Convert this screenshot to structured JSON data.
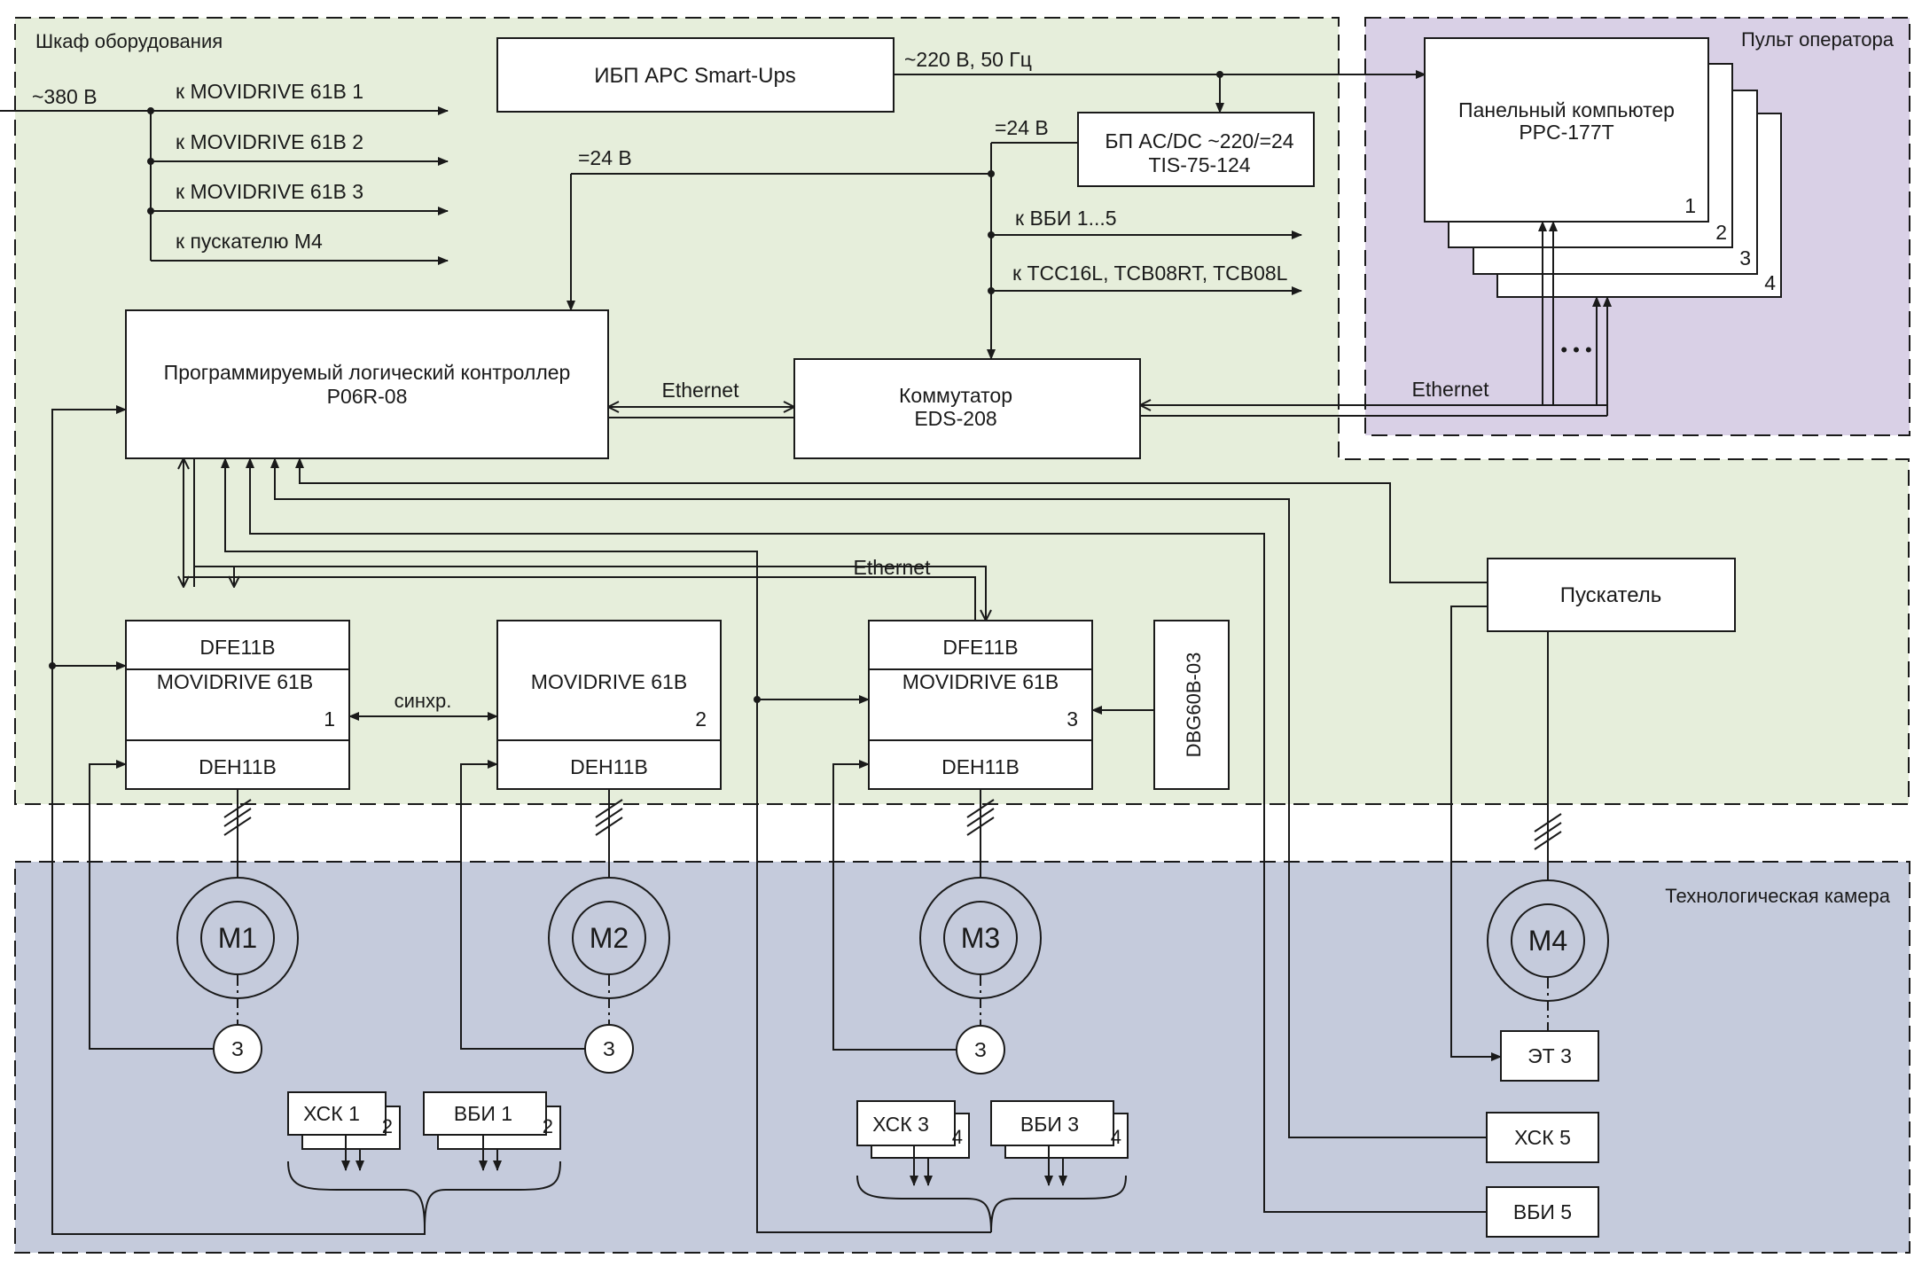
{
  "zones": {
    "cabinet": "Шкаф оборудования",
    "operator": "Пульт оператора",
    "chamber": "Технологическая камера"
  },
  "colors": {
    "cabinet_bg": "#e6eedb",
    "operator_bg": "#d9d0e6",
    "chamber_bg": "#c5cbdc",
    "line": "#1a1a1a"
  },
  "power": {
    "input": "~380 В",
    "feeds": [
      "к MOVIDRIVE 61B 1",
      "к MOVIDRIVE 61B 2",
      "к MOVIDRIVE 61B 3",
      "к пускателю М4"
    ],
    "ups": "ИБП APC Smart-Ups",
    "ups_out": "~220 В, 50 Гц",
    "psu_line1": "БП AC/DC ~220/=24",
    "psu_line2": "TIS-75-124",
    "dc24_a": "=24 В",
    "dc24_b": "=24 В",
    "to_vbi": "к ВБИ 1...5",
    "to_tcc": "к TCC16L, TCB08RT, TCB08L"
  },
  "panel_pc": {
    "line1": "Панельный компьютер",
    "line2": "PPC-177T",
    "stack": [
      "1",
      "2",
      "3",
      "4"
    ],
    "more": "• • •"
  },
  "plc": {
    "line1": "Программируемый логический контроллер",
    "line2": "P06R-08"
  },
  "switch": {
    "line1": "Коммутатор",
    "line2": "EDS-208"
  },
  "links": {
    "ethernet_plc": "Ethernet",
    "ethernet_panel": "Ethernet",
    "ethernet_bus": "Ethernet",
    "sync": "синхр."
  },
  "drives": [
    {
      "top": "DFE11B",
      "name": "MOVIDRIVE 61B",
      "num": "1",
      "bottom": "DEH11B"
    },
    {
      "top": "",
      "name": "MOVIDRIVE 61B",
      "num": "2",
      "bottom": "DEH11B"
    },
    {
      "top": "DFE11B",
      "name": "MOVIDRIVE 61B",
      "num": "3",
      "bottom": "DEH11B"
    }
  ],
  "dbg": "DBG60B-03",
  "starter": "Пускатель",
  "motors": [
    "М1",
    "М2",
    "М3",
    "М4"
  ],
  "encoder": "З",
  "sensors": {
    "hsk1": "ХСК 1",
    "hsk1_n": "2",
    "vbi1": "ВБИ 1",
    "vbi1_n": "2",
    "hsk3": "ХСК 3",
    "hsk3_n": "4",
    "vbi3": "ВБИ 3",
    "vbi3_n": "4",
    "et3": "ЭТ 3",
    "hsk5": "ХСК 5",
    "vbi5": "ВБИ 5"
  }
}
